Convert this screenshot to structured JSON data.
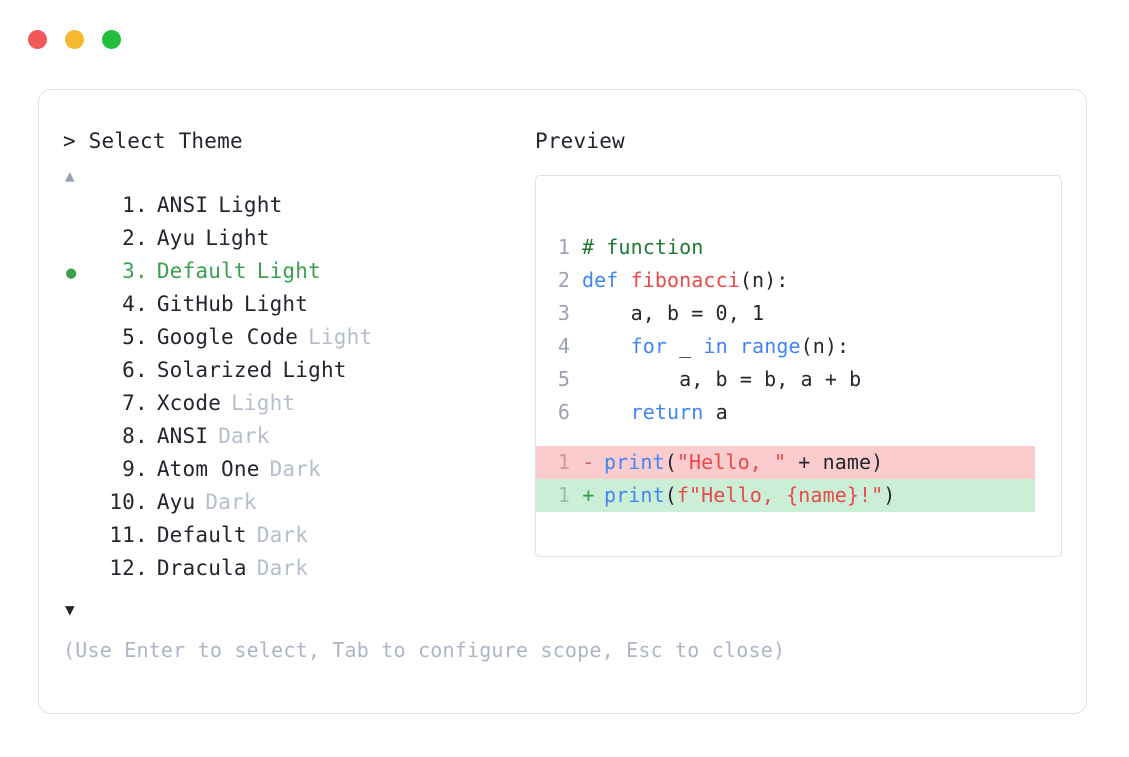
{
  "window": {
    "traffic_lights": [
      {
        "name": "close-button",
        "color": "#f2575a"
      },
      {
        "name": "minimize-button",
        "color": "#f5b82e"
      },
      {
        "name": "maximize-button",
        "color": "#22be3d"
      }
    ]
  },
  "selector": {
    "prompt": "> Select Theme",
    "scroll_up": "▲",
    "scroll_down": "▼",
    "selected_index": 3,
    "bullet": "●",
    "items": [
      {
        "index": "1.",
        "name": "ANSI",
        "suffix": "Light",
        "dim_suffix": false,
        "selected": false
      },
      {
        "index": "2.",
        "name": "Ayu",
        "suffix": "Light",
        "dim_suffix": false,
        "selected": false
      },
      {
        "index": "3.",
        "name": "Default",
        "suffix": "Light",
        "dim_suffix": false,
        "selected": true
      },
      {
        "index": "4.",
        "name": "GitHub",
        "suffix": "Light",
        "dim_suffix": false,
        "selected": false
      },
      {
        "index": "5.",
        "name": "Google Code",
        "suffix": "Light",
        "dim_suffix": true,
        "selected": false
      },
      {
        "index": "6.",
        "name": "Solarized",
        "suffix": "Light",
        "dim_suffix": false,
        "selected": false
      },
      {
        "index": "7.",
        "name": "Xcode",
        "suffix": "Light",
        "dim_suffix": true,
        "selected": false
      },
      {
        "index": "8.",
        "name": "ANSI",
        "suffix": "Dark",
        "dim_suffix": true,
        "selected": false
      },
      {
        "index": "9.",
        "name": "Atom One",
        "suffix": "Dark",
        "dim_suffix": true,
        "selected": false
      },
      {
        "index": "10.",
        "name": "Ayu",
        "suffix": "Dark",
        "dim_suffix": true,
        "selected": false
      },
      {
        "index": "11.",
        "name": "Default",
        "suffix": "Dark",
        "dim_suffix": true,
        "selected": false
      },
      {
        "index": "12.",
        "name": "Dracula",
        "suffix": "Dark",
        "dim_suffix": true,
        "selected": false
      }
    ]
  },
  "hint": "(Use Enter to select, Tab to configure scope, Esc to close)",
  "preview": {
    "label": "Preview",
    "code_lines": [
      {
        "ln": "1",
        "tokens": [
          {
            "t": "# function",
            "c": "comment"
          }
        ]
      },
      {
        "ln": "2",
        "tokens": [
          {
            "t": "def ",
            "c": "keyword"
          },
          {
            "t": "fibonacci",
            "c": "func"
          },
          {
            "t": "(n):",
            "c": "plain"
          }
        ]
      },
      {
        "ln": "3",
        "tokens": [
          {
            "t": "    a, b = 0, 1",
            "c": "plain"
          }
        ]
      },
      {
        "ln": "4",
        "tokens": [
          {
            "t": "    ",
            "c": "plain"
          },
          {
            "t": "for",
            "c": "keyword"
          },
          {
            "t": " _ ",
            "c": "plain"
          },
          {
            "t": "in",
            "c": "keyword"
          },
          {
            "t": " ",
            "c": "plain"
          },
          {
            "t": "range",
            "c": "builtin"
          },
          {
            "t": "(n):",
            "c": "plain"
          }
        ]
      },
      {
        "ln": "5",
        "tokens": [
          {
            "t": "        a, b = b, a + b",
            "c": "plain"
          }
        ]
      },
      {
        "ln": "6",
        "tokens": [
          {
            "t": "    ",
            "c": "plain"
          },
          {
            "t": "return",
            "c": "keyword"
          },
          {
            "t": " a",
            "c": "plain"
          }
        ]
      }
    ],
    "diff_lines": [
      {
        "ln": "1",
        "mark": "-",
        "kind": "removed",
        "tokens": [
          {
            "t": "print",
            "c": "builtin"
          },
          {
            "t": "(",
            "c": "plain"
          },
          {
            "t": "\"Hello, \"",
            "c": "string"
          },
          {
            "t": " + name)",
            "c": "plain"
          }
        ]
      },
      {
        "ln": "1",
        "mark": "+",
        "kind": "added",
        "tokens": [
          {
            "t": "print",
            "c": "builtin"
          },
          {
            "t": "(",
            "c": "plain"
          },
          {
            "t": "f\"Hello, {name}!\"",
            "c": "string"
          },
          {
            "t": ")",
            "c": "plain"
          }
        ]
      }
    ]
  },
  "colors": {
    "selected_green": "#3ba150",
    "dim_gray": "#b6bdcb",
    "border": "#dfe2ea",
    "diff_removed_bg": "#fbcccd",
    "diff_added_bg": "#cbeed6"
  }
}
